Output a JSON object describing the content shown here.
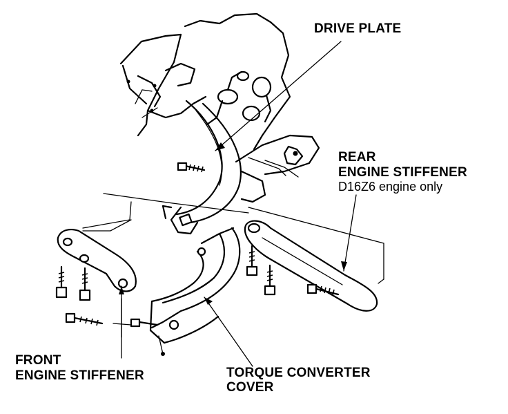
{
  "labels": {
    "drive_plate": "DRIVE PLATE",
    "rear_stiffener_line1": "REAR",
    "rear_stiffener_line2": "ENGINE STIFFENER",
    "rear_stiffener_note": "D16Z6 engine only",
    "front_stiffener_line1": "FRONT",
    "front_stiffener_line2": "ENGINE STIFFENER",
    "torque_converter_line1": "TORQUE CONVERTER",
    "torque_converter_line2": "COVER"
  }
}
